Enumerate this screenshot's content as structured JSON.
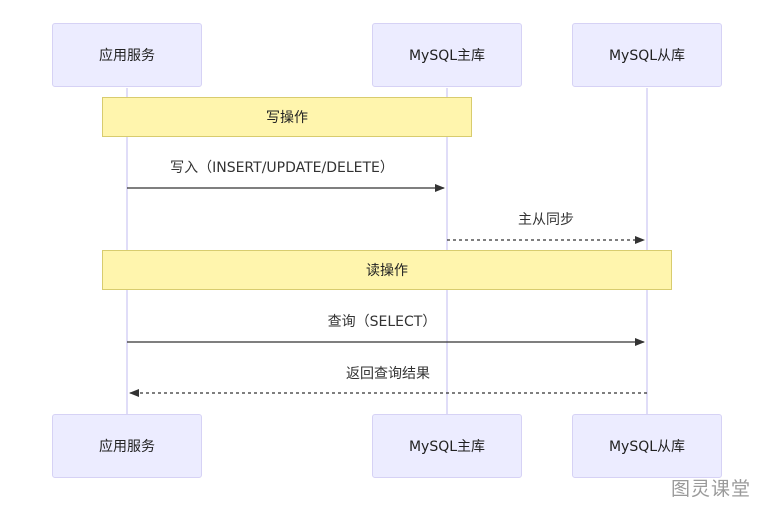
{
  "participants": {
    "app": "应用服务",
    "master": "MySQL主库",
    "slave": "MySQL从库"
  },
  "notes": {
    "write": "写操作",
    "read": "读操作"
  },
  "messages": {
    "write": "写入（INSERT/UPDATE/DELETE）",
    "sync": "主从同步",
    "query": "查询（SELECT）",
    "result": "返回查询结果"
  },
  "watermark": "图灵课堂"
}
